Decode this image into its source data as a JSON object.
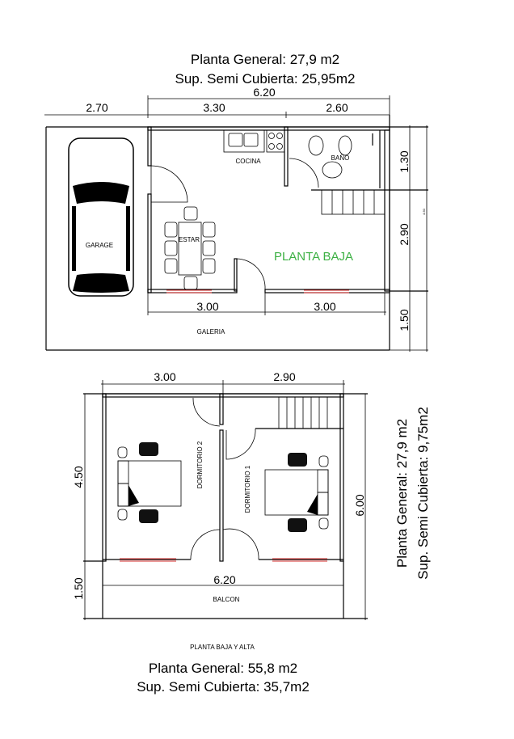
{
  "top_plan": {
    "title_general": "Planta General: 27,9 m2",
    "title_semi": "Sup. Semi Cubierta: 25,95m2",
    "dim_total_width": "6.20",
    "dim_garage": "2.70",
    "dim_cocina": "3.30",
    "dim_bano": "2.60",
    "dim_bottom_left": "3.00",
    "dim_bottom_right": "3.00",
    "dim_right_top": "1.30",
    "dim_right_mid": "2.90",
    "dim_right_bottom": "1.50",
    "dim_right_total": "4.50",
    "rooms": {
      "cocina": "COCINA",
      "bano": "BAÑO",
      "garage": "GARAGE",
      "estar": "ESTAR",
      "galeria": "GALERIA"
    },
    "plan_label": "PLANTA BAJA",
    "plan_label_color": "#3cb043"
  },
  "upper_plan": {
    "dim_left": "3.00",
    "dim_right": "2.90",
    "dim_height": "4.50",
    "dim_balcony_depth": "1.50",
    "dim_total_height": "6.00",
    "dim_width": "6.20",
    "rooms": {
      "dormitorio2": "DORMITORIO 2",
      "dormitorio1": "DORMITORIO 1",
      "balcon": "BALCON"
    },
    "side_general": "Planta General: 27,9 m2",
    "side_semi": "Sup. Semi Cubierta: 9,75m2"
  },
  "footer": {
    "caption": "PLANTA BAJA Y ALTA",
    "total_general": "Planta General: 55,8 m2",
    "total_semi": "Sup. Semi Cubierta: 35,7m2"
  },
  "colors": {
    "window": "#d9302f",
    "lines": "#000000"
  }
}
